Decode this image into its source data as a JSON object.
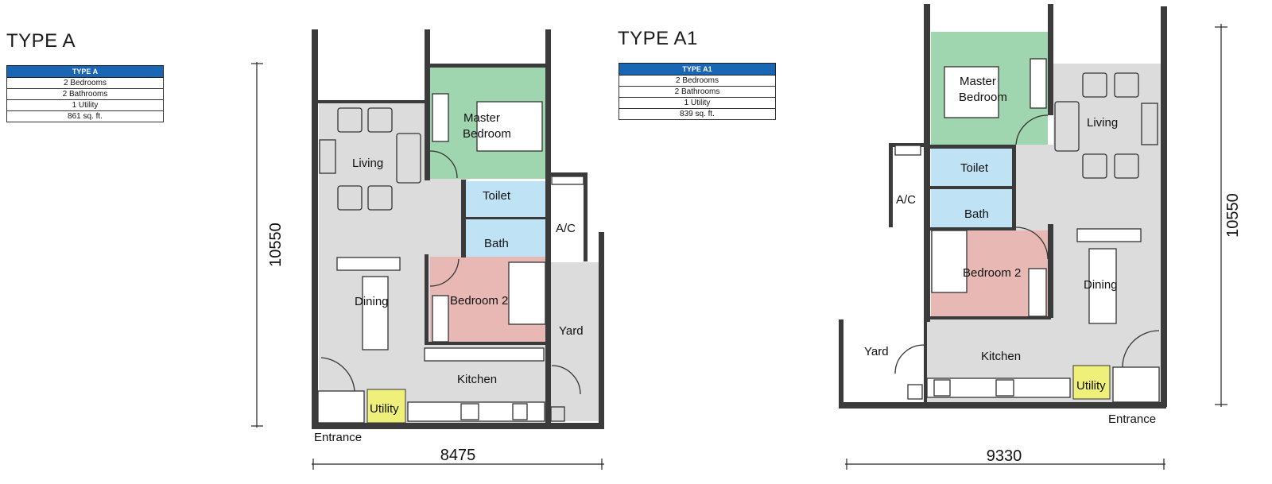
{
  "plans": [
    {
      "title": "TYPE A",
      "table": {
        "header": "TYPE A",
        "rows": [
          "2 Bedrooms",
          "2 Bathrooms",
          "1 Utility",
          "861 sq. ft."
        ]
      },
      "rooms": {
        "master": "Master",
        "master2": "Bedroom",
        "living": "Living",
        "toilet": "Toilet",
        "bath": "Bath",
        "ac": "A/C",
        "dining": "Dining",
        "bedroom2": "Bedroom 2",
        "yard": "Yard",
        "kitchen": "Kitchen",
        "utility": "Utility",
        "entrance": "Entrance"
      },
      "dims": {
        "height": "10550",
        "width": "8475"
      }
    },
    {
      "title": "TYPE A1",
      "table": {
        "header": "TYPE A1",
        "rows": [
          "2 Bedrooms",
          "2 Bathrooms",
          "1 Utility",
          "839 sq. ft."
        ]
      },
      "rooms": {
        "master": "Master",
        "master2": "Bedroom",
        "living": "Living",
        "toilet": "Toilet",
        "bath": "Bath",
        "ac": "A/C",
        "dining": "Dining",
        "bedroom2": "Bedroom 2",
        "yard": "Yard",
        "kitchen": "Kitchen",
        "utility": "Utility",
        "entrance": "Entrance"
      },
      "dims": {
        "height": "10550",
        "width": "9330"
      }
    }
  ],
  "colors": {
    "table_header": "#1866b4",
    "master": "#9fd6b0",
    "bedroom2": "#e8b8b4",
    "wet": "#bfe3f5",
    "floor": "#dcdcdc",
    "utility": "#eef07a",
    "wall": "#3b3b3b"
  }
}
